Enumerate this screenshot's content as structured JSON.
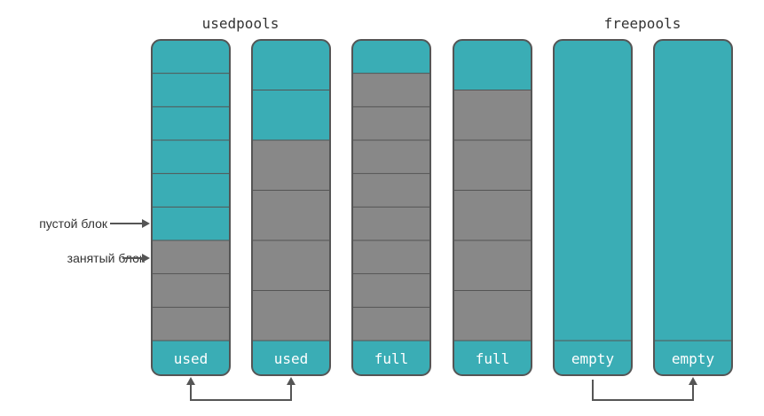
{
  "headers": {
    "usedpools": "usedpools",
    "freepools": "freepools"
  },
  "colors": {
    "free_block": "#3aadb5",
    "used_block": "#888888",
    "outline": "#555555"
  },
  "annotations": {
    "empty_block": "пустой блок",
    "occupied_block": "занятый блок"
  },
  "pools": [
    {
      "status": "used",
      "blocks": [
        "free",
        "free",
        "free",
        "free",
        "free",
        "free",
        "used",
        "used",
        "used"
      ]
    },
    {
      "status": "used",
      "blocks": [
        "free",
        "free",
        "used",
        "used",
        "used",
        "used"
      ]
    },
    {
      "status": "full",
      "blocks": [
        "free",
        "used",
        "used",
        "used",
        "used",
        "used",
        "used",
        "used",
        "used"
      ]
    },
    {
      "status": "full",
      "blocks": [
        "free",
        "used",
        "used",
        "used",
        "used",
        "used"
      ]
    },
    {
      "status": "empty",
      "blocks": [
        "free"
      ]
    },
    {
      "status": "empty",
      "blocks": [
        "free"
      ]
    }
  ]
}
